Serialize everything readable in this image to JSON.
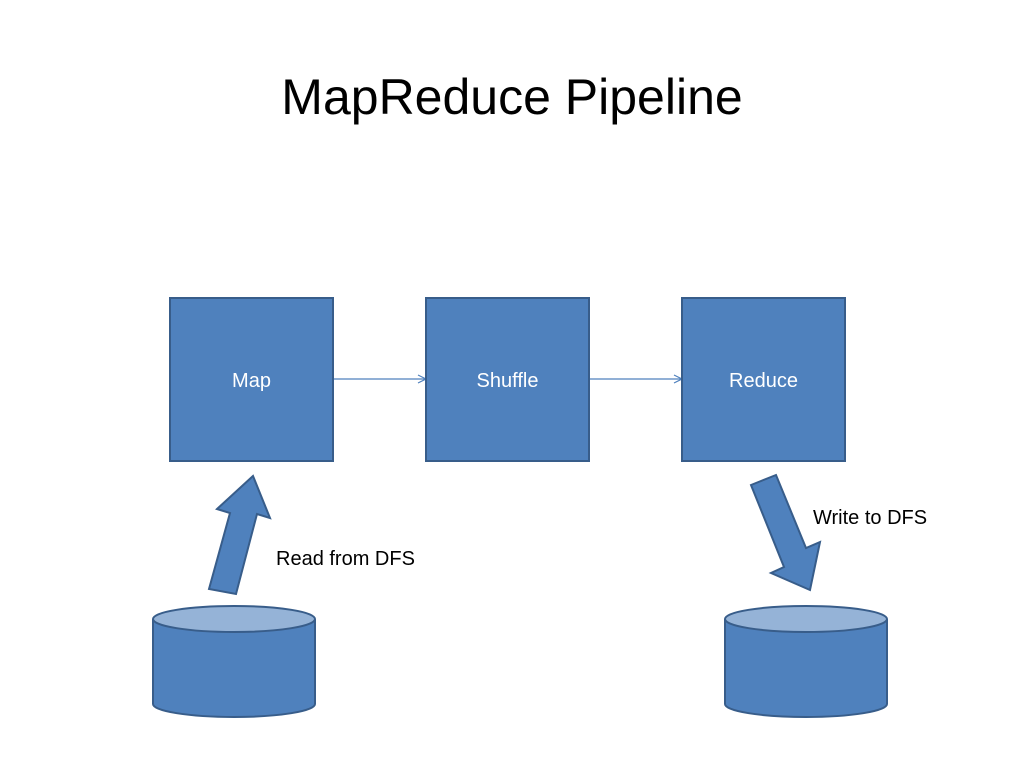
{
  "slide": {
    "title": "MapReduce Pipeline"
  },
  "nodes": {
    "map": "Map",
    "shuffle": "Shuffle",
    "reduce": "Reduce"
  },
  "edges": {
    "read": "Read from DFS",
    "write": "Write to DFS"
  },
  "colors": {
    "box_fill": "#4f81bd",
    "box_stroke": "#385d8a",
    "cylinder_top": "#95b3d7",
    "connector": "#4f81bd"
  }
}
